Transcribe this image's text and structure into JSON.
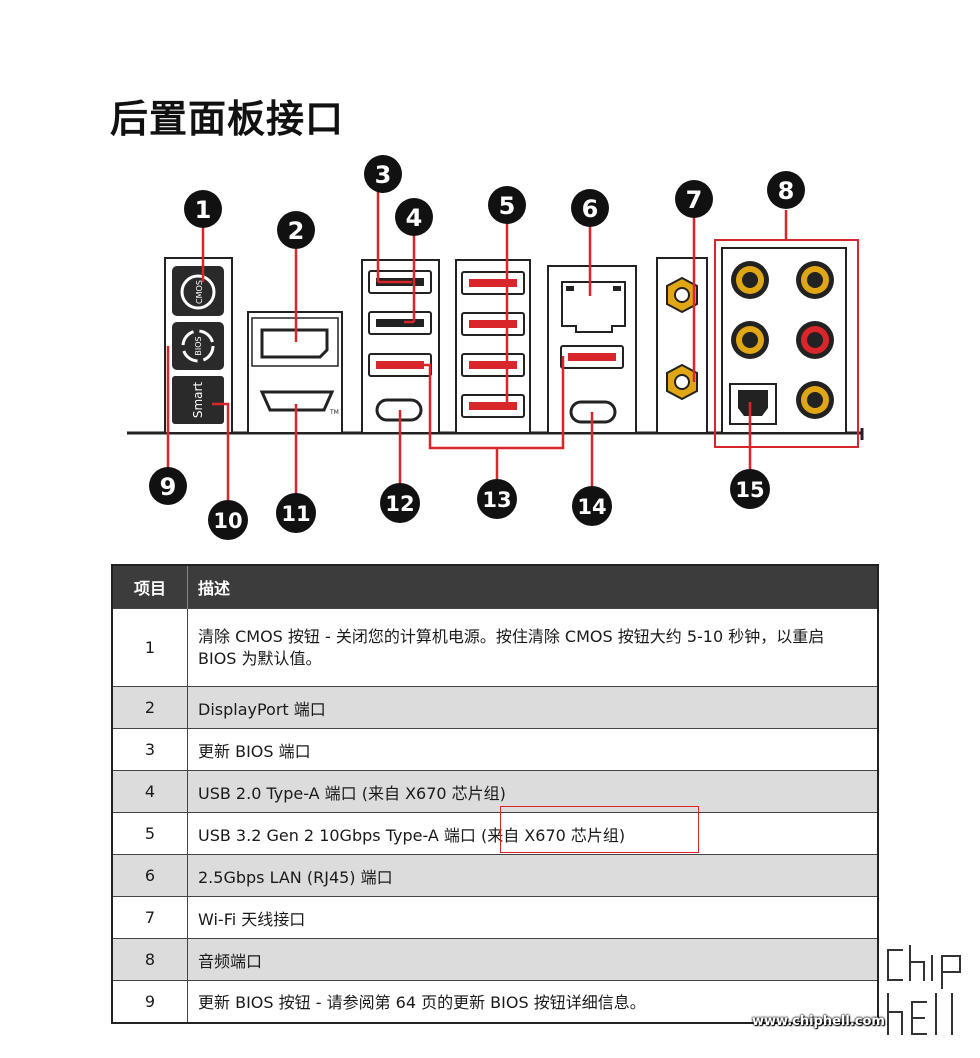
{
  "title": "后置面板接口",
  "callouts": [
    "1",
    "2",
    "3",
    "4",
    "5",
    "6",
    "7",
    "8",
    "9",
    "10",
    "11",
    "12",
    "13",
    "14",
    "15"
  ],
  "port_labels": {
    "cmos": "CMOS",
    "bios": "BIOS",
    "smart": "Smart",
    "tm": "TM"
  },
  "table": {
    "headers": [
      "项目",
      "描述"
    ],
    "rows": [
      {
        "num": "1",
        "desc": "清除 CMOS 按钮 - 关闭您的计算机电源。按住清除 CMOS 按钮大约 5-10 秒钟，以重启 BIOS 为默认值。"
      },
      {
        "num": "2",
        "desc": "DisplayPort 端口"
      },
      {
        "num": "3",
        "desc": "更新 BIOS 端口"
      },
      {
        "num": "4",
        "desc": "USB 2.0 Type-A 端口 (来自 X670 芯片组)"
      },
      {
        "num": "5",
        "desc": "USB 3.2 Gen 2 10Gbps Type-A 端口 (来自 X670 芯片组)"
      },
      {
        "num": "6",
        "desc": "2.5Gbps LAN (RJ45) 端口"
      },
      {
        "num": "7",
        "desc": "Wi-Fi 天线接口"
      },
      {
        "num": "8",
        "desc": "音频端口"
      },
      {
        "num": "9",
        "desc": "更新 BIOS 按钮 - 请参阅第 64 页的更新 BIOS 按钮详细信息。"
      }
    ]
  },
  "watermark": {
    "logo": "chip hell",
    "url": "www.chiphell.com"
  },
  "colors": {
    "accent": "#d9262b",
    "header_bg": "#3c3c3c",
    "row_alt": "#dcdcdc",
    "gold": "#e0a614"
  }
}
